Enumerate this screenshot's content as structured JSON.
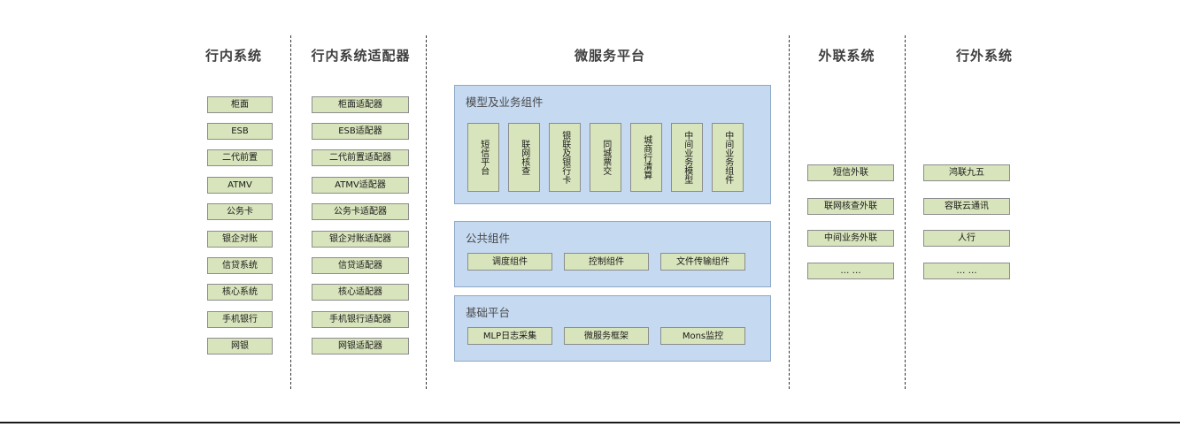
{
  "diagram": {
    "title_color": "#3f3f3f",
    "node_fill": "#d8e4bc",
    "node_border": "#8c8c8c",
    "panel_fill": "#c5d9f1",
    "panel_border": "#8ea9c7",
    "ellipsis_label": "… …"
  },
  "columns": [
    {
      "key": "internal_systems",
      "title": "行内系统",
      "items": [
        {
          "label": "柜面"
        },
        {
          "label": "ESB"
        },
        {
          "label": "二代前置"
        },
        {
          "label": "ATMV"
        },
        {
          "label": "公务卡"
        },
        {
          "label": "银企对账"
        },
        {
          "label": "信贷系统"
        },
        {
          "label": "核心系统"
        },
        {
          "label": "手机银行"
        },
        {
          "label": "网银"
        }
      ]
    },
    {
      "key": "internal_adapters",
      "title": "行内系统适配器",
      "items": [
        {
          "label": "柜面适配器"
        },
        {
          "label": "ESB适配器"
        },
        {
          "label": "二代前置适配器"
        },
        {
          "label": "ATMV适配器"
        },
        {
          "label": "公务卡适配器"
        },
        {
          "label": "银企对账适配器"
        },
        {
          "label": "信贷适配器"
        },
        {
          "label": "核心适配器"
        },
        {
          "label": "手机银行适配器"
        },
        {
          "label": "网银适配器"
        }
      ]
    },
    {
      "key": "microservice_platform",
      "title": "微服务平台",
      "panels": [
        {
          "key": "model_business_components",
          "title": "模型及业务组件",
          "orientation": "vertical",
          "items": [
            {
              "label": "短信平台"
            },
            {
              "label": "联网核查"
            },
            {
              "label": "银联及银行卡"
            },
            {
              "label": "同城票交"
            },
            {
              "label": "城商行清算"
            },
            {
              "label": "中间业务模型"
            },
            {
              "label": "中间业务组件"
            }
          ]
        },
        {
          "key": "public_components",
          "title": "公共组件",
          "orientation": "horizontal",
          "items": [
            {
              "label": "调度组件"
            },
            {
              "label": "控制组件"
            },
            {
              "label": "文件传输组件"
            }
          ]
        },
        {
          "key": "base_platform",
          "title": "基础平台",
          "orientation": "horizontal",
          "items": [
            {
              "label": "MLP日志采集"
            },
            {
              "label": "微服务框架"
            },
            {
              "label": "Mons监控"
            }
          ]
        }
      ]
    },
    {
      "key": "external_link_systems",
      "title": "外联系统",
      "items": [
        {
          "label": "短信外联"
        },
        {
          "label": "联网核查外联"
        },
        {
          "label": "中间业务外联"
        },
        {
          "label": "… …"
        }
      ]
    },
    {
      "key": "outside_bank_systems",
      "title": "行外系统",
      "items": [
        {
          "label": "鸿联九五"
        },
        {
          "label": "容联云通讯"
        },
        {
          "label": "人行"
        },
        {
          "label": "… …"
        }
      ]
    }
  ]
}
